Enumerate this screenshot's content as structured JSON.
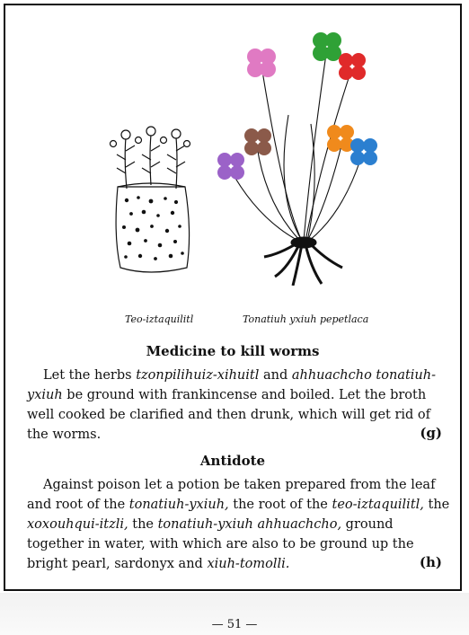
{
  "captions": {
    "left": "Teo-iztaquilitl",
    "right": "Tonatiuh yxiuh pepetlaca"
  },
  "section1": {
    "heading": "Medicine to kill worms",
    "segments": [
      "Let the herbs ",
      "tzonpilihuiz-xihuitl",
      " and ",
      "ahhuachcho tonatiuh-yxiuh",
      " be ground with frankincense and boiled.  Let the broth well cooked be clarified and then drunk, which will get rid of the worms."
    ],
    "marker": "(g)"
  },
  "section2": {
    "heading": "Antidote",
    "segments": [
      "Against poison let a potion be taken prepared from the leaf and root of the ",
      "tonatiuh-yxiuh,",
      " the root of the ",
      "teo-iztaquilitl,",
      " the ",
      "xoxouhqui-itzli,",
      " the ",
      "tonatiuh-yxiuh ahhuachcho,",
      " ground together in water, with which are also to be ground up the bright pearl, sardonyx and ",
      "xiuh-tomolli.",
      ""
    ],
    "marker": "(h)"
  },
  "page_number": "— 51 —",
  "colors": {
    "flower_pink": "#e07ac3",
    "flower_green": "#2fa136",
    "flower_red": "#e02a2a",
    "flower_brown": "#8b5a4a",
    "flower_orange": "#f08a1c",
    "flower_blue": "#2b7fd0",
    "flower_purple": "#9b62c8"
  }
}
